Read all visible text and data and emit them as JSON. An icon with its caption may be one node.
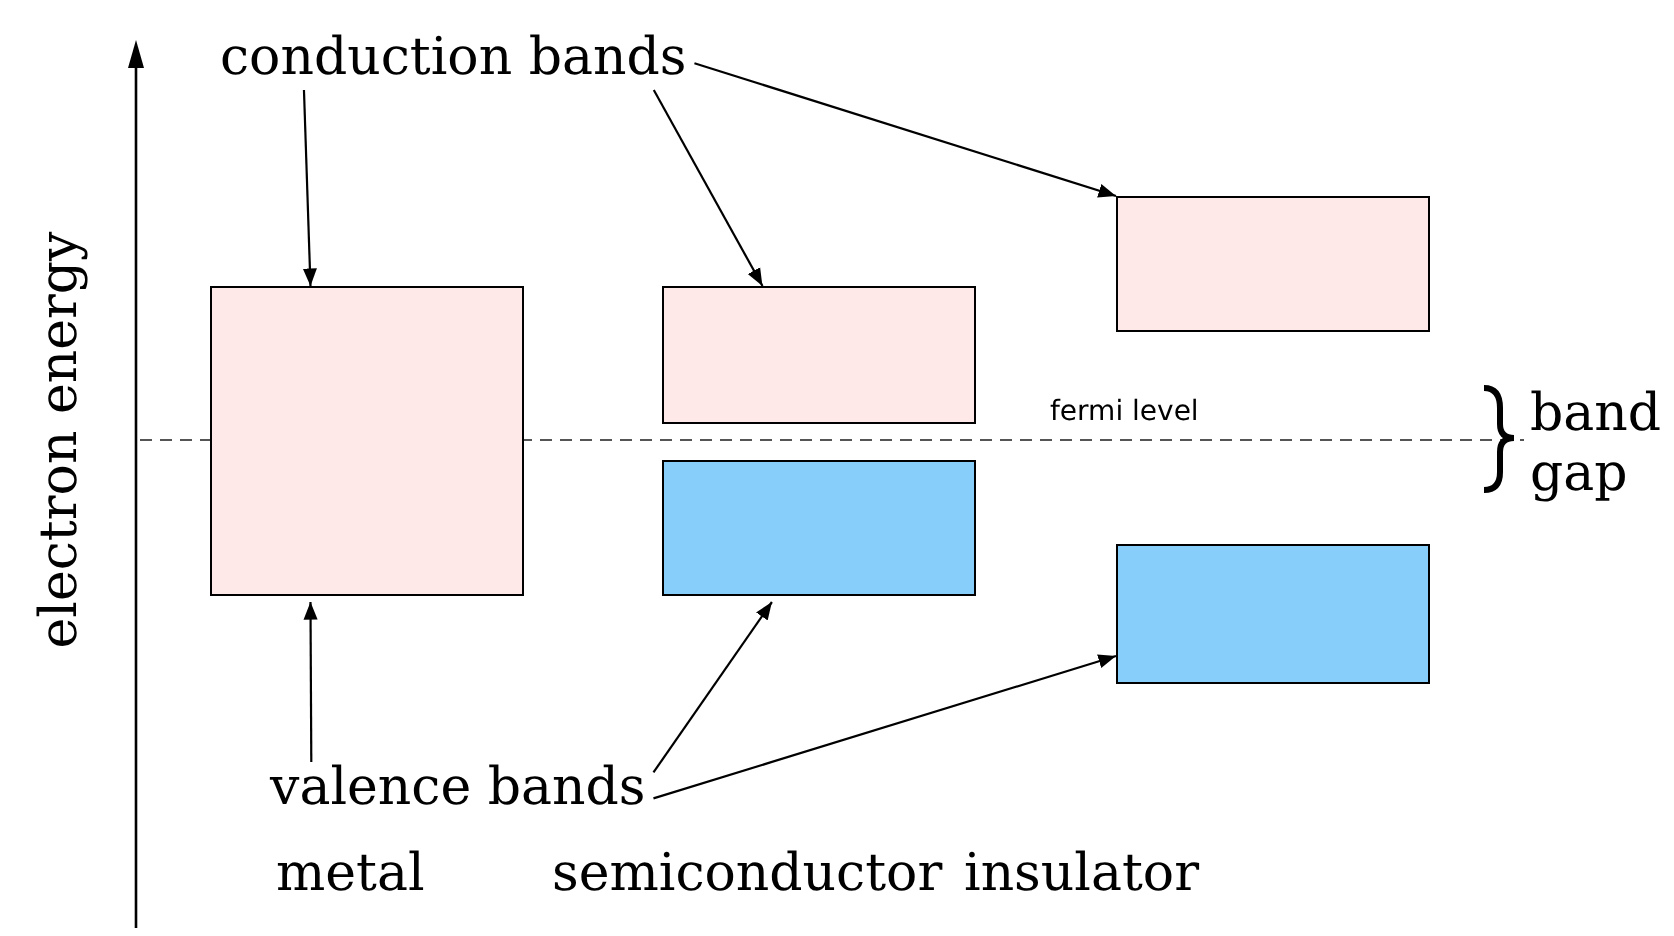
{
  "diagram": {
    "nodes": [
      {
        "text": [
          "conduction bands"
        ]
      },
      {
        "text": [
          "valence bands"
        ]
      },
      {
        "text": [],
        "shape": "box"
      },
      {
        "text": [],
        "shape": "box"
      },
      {
        "text": [],
        "shape": "box"
      },
      {
        "text": [],
        "shape": "box"
      },
      {
        "text": [],
        "shape": "box"
      }
    ],
    "edges": [
      {
        "from": 0,
        "to": 2,
        "arrow": "to"
      },
      {
        "from": 0,
        "to": 3,
        "arrow": "to"
      },
      {
        "from": 0,
        "to": 5,
        "arrow": "to"
      },
      {
        "from": 1,
        "to": 2,
        "arrow": "to"
      },
      {
        "from": 1,
        "to": 4,
        "arrow": "to"
      },
      {
        "from": 1,
        "to": 6,
        "arrow": "to"
      }
    ],
    "labels": [
      "electron energy",
      "fermi level",
      "band gap",
      "metal",
      "semiconductor",
      "insulator"
    ]
  }
}
